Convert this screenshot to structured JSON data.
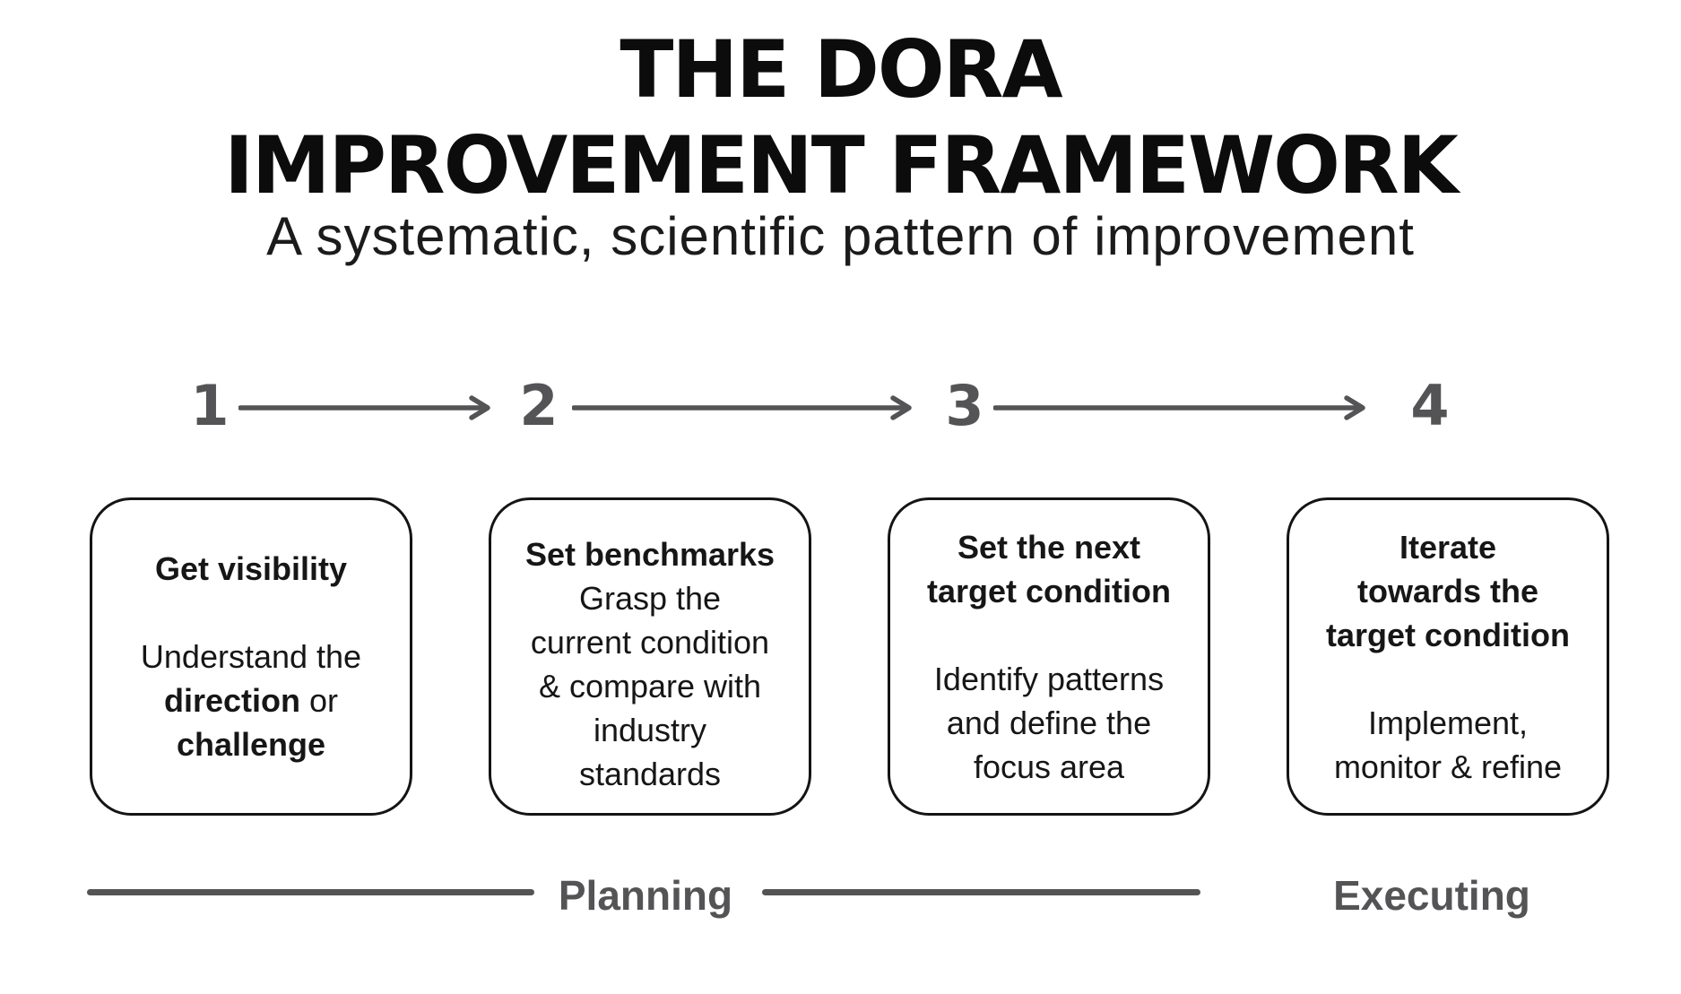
{
  "title": {
    "line1": "THE DORA",
    "line2": "IMPROVEMENT FRAMEWORK"
  },
  "subtitle": "A systematic, scientific pattern of improvement",
  "steps": {
    "numbers": [
      "1",
      "2",
      "3",
      "4"
    ]
  },
  "cards": [
    {
      "heading_lines": [
        "Get visibility"
      ],
      "gap_after_heading": true,
      "body_lines": [
        [
          {
            "t": "Understand the",
            "b": false
          }
        ],
        [
          {
            "t": "direction",
            "b": true
          },
          {
            "t": " or",
            "b": false
          }
        ],
        [
          {
            "t": "challenge",
            "b": true
          }
        ]
      ]
    },
    {
      "heading_lines": [
        "Set benchmarks"
      ],
      "gap_after_heading": false,
      "body_lines": [
        [
          {
            "t": "Grasp the",
            "b": false
          }
        ],
        [
          {
            "t": "current condition",
            "b": false
          }
        ],
        [
          {
            "t": "& compare with",
            "b": false
          }
        ],
        [
          {
            "t": "industry",
            "b": false
          }
        ],
        [
          {
            "t": "standards",
            "b": false
          }
        ]
      ]
    },
    {
      "heading_lines": [
        "Set the next",
        "target condition"
      ],
      "gap_after_heading": true,
      "body_lines": [
        [
          {
            "t": "Identify patterns",
            "b": false
          }
        ],
        [
          {
            "t": "and define the",
            "b": false
          }
        ],
        [
          {
            "t": "focus area",
            "b": false
          }
        ]
      ]
    },
    {
      "heading_lines": [
        "Iterate",
        "towards the",
        "target condition"
      ],
      "gap_after_heading": true,
      "body_lines": [
        [
          {
            "t": "Implement,",
            "b": false
          }
        ],
        [
          {
            "t": "monitor & refine",
            "b": false
          }
        ]
      ]
    }
  ],
  "phases": {
    "planning_label": "Planning",
    "executing_label": "Executing"
  },
  "colors": {
    "accent_gray": "#545456",
    "text_black": "#0c0c0c",
    "card_border": "#141414",
    "background": "#ffffff"
  }
}
